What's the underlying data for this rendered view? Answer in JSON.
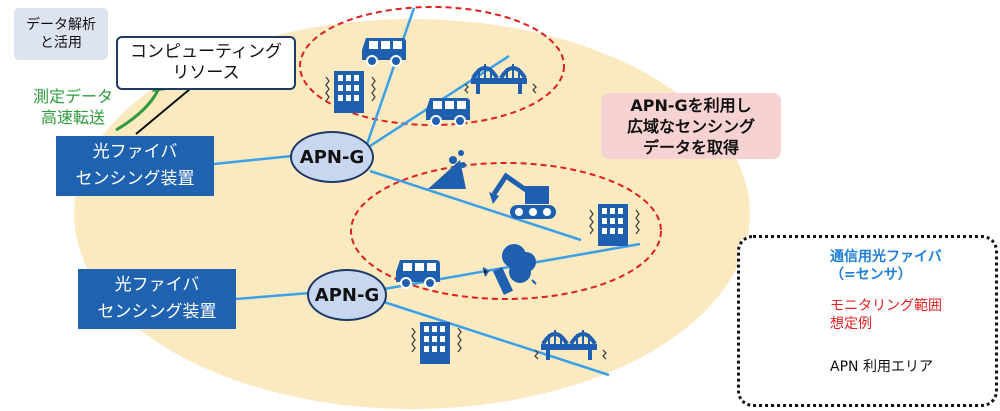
{
  "analysis_label": [
    "データ解析",
    "と活用"
  ],
  "computing_resource": [
    "コンピューティング",
    "リソース"
  ],
  "transfer_label": [
    "測定データ",
    "高速転送"
  ],
  "sensing_device_1": [
    "光ファイバ",
    "センシング装置"
  ],
  "sensing_device_2": [
    "光ファイバ",
    "センシング装置"
  ],
  "apn_node_1": "APN-G",
  "apn_node_2": "APN-G",
  "callout": [
    "APN-Gを利用し",
    "広域なセンシング",
    "データを取得"
  ],
  "legend": {
    "fiber": [
      "通信用光ファイバ",
      "（=センサ）"
    ],
    "range": [
      "モニタリング範囲",
      "想定例"
    ],
    "area": "APN 利用エリア"
  },
  "colors": {
    "area_fill": "#fbe9c0",
    "fiber": "#3aa0e8",
    "device": "#1f62b0",
    "apn_fill": "#c7d7ef",
    "icon": "#1f5fb0",
    "monitor_range": "#e0201e",
    "transfer_arrow": "#2e9a3c",
    "callout_fill": "#f7d2d3"
  },
  "icons": [
    "van-icon",
    "building-icon",
    "bridge-icon",
    "van-icon",
    "landslide-icon",
    "excavator-icon",
    "building-icon",
    "van-icon",
    "fallen-tree-icon",
    "building-icon",
    "bridge-icon"
  ]
}
